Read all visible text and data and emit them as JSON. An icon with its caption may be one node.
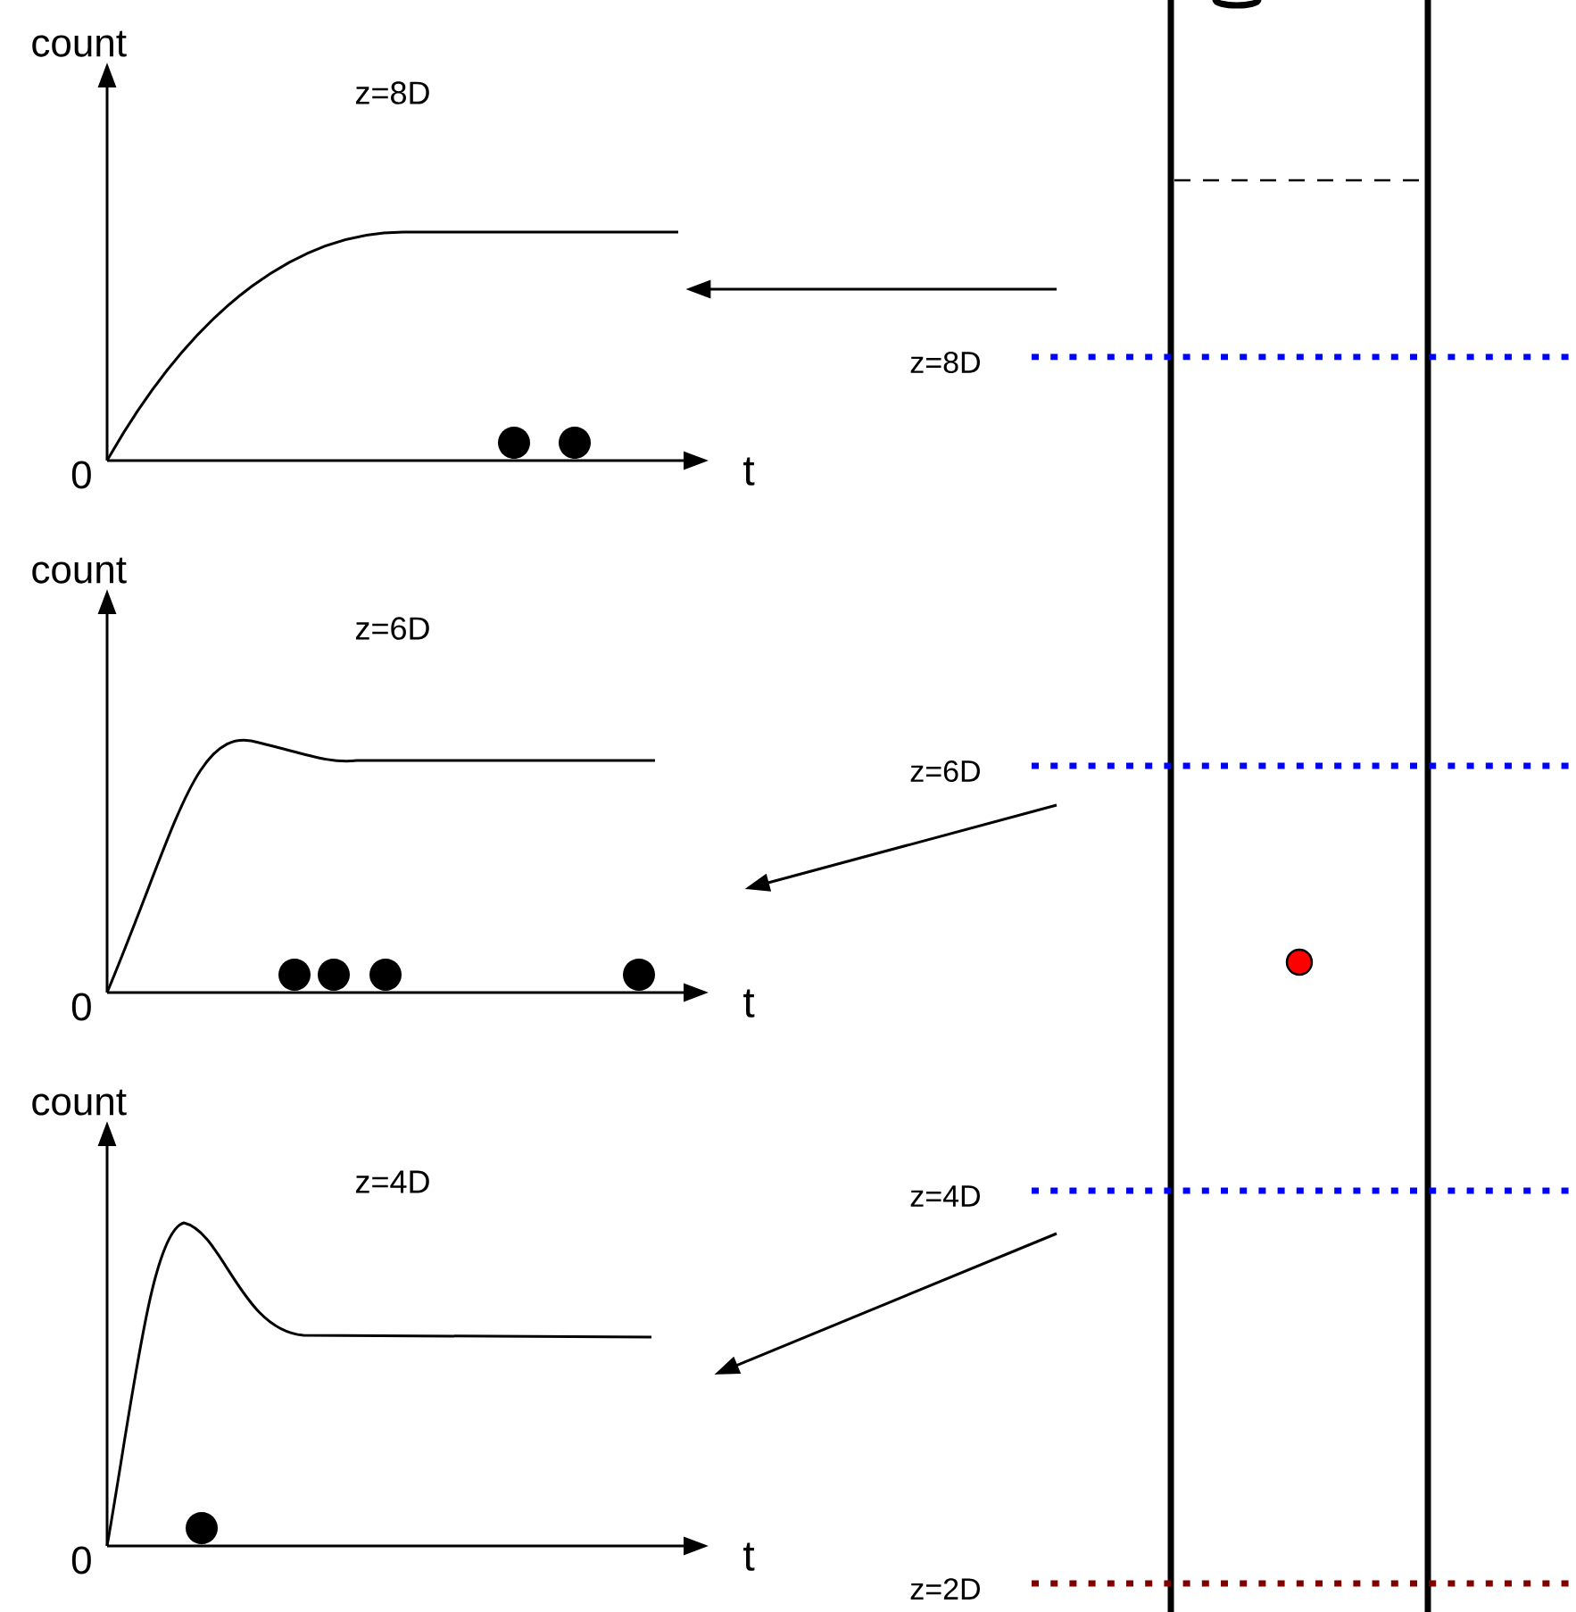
{
  "diagram": {
    "nodes": [
      {
        "text": [
          "count",
          "z=8D",
          "0",
          "t"
        ]
      },
      {
        "text": [
          "count",
          "z=6D",
          "0",
          "t"
        ]
      },
      {
        "text": [
          "count",
          "z=4D",
          "0",
          "t"
        ]
      }
    ],
    "edges": [
      {
        "from": null,
        "to": 0,
        "arrow": "to"
      },
      {
        "from": null,
        "to": 1,
        "arrow": "to"
      },
      {
        "from": null,
        "to": 2,
        "arrow": "to"
      }
    ],
    "labels": [
      "z=8D",
      "z=6D",
      "z=4D",
      "z=2D"
    ]
  }
}
